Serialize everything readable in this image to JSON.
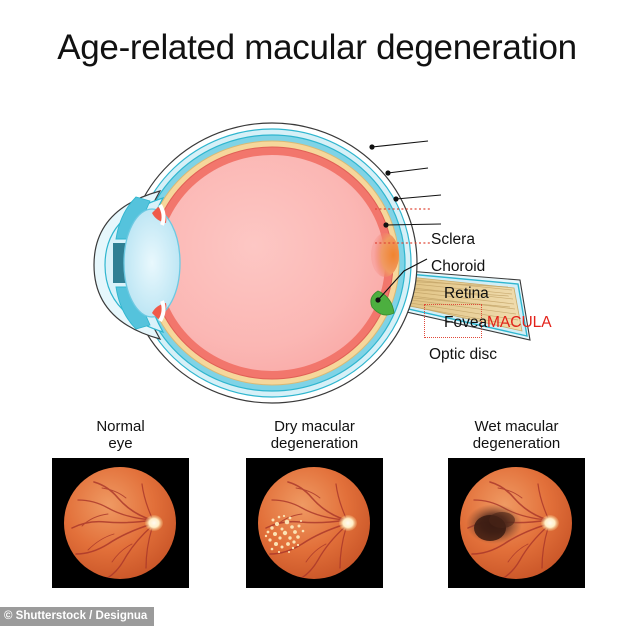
{
  "page": {
    "title": "Age-related macular degeneration",
    "background_color": "#ffffff"
  },
  "eye_diagram": {
    "name": "cross-section-of-human-eye",
    "labels": [
      {
        "id": "sclera",
        "text": "Sclera"
      },
      {
        "id": "choroid",
        "text": "Choroid"
      },
      {
        "id": "retina",
        "text": "Retina"
      },
      {
        "id": "fovea",
        "text": "Fovea"
      },
      {
        "id": "optic_disc",
        "text": "Optic disc"
      }
    ],
    "highlight": {
      "text": "MACULA",
      "color": "#e32119",
      "box_border_color": "#e04a3a",
      "box_style": "dotted"
    },
    "colors": {
      "sclera": "#2fb6cf",
      "sclera_pale": "#d6f0f7",
      "choroid": "#f6d79b",
      "retina": "#f2766c",
      "vitreous": "#fbb7b4",
      "lens": "#bfe8f5",
      "cornea": "#e6f7fc",
      "fovea": "#ef8a4a",
      "optic_disc": "#4caf3f",
      "optic_nerve": "#e9cf95",
      "outline": "#3a3a3a"
    }
  },
  "panels": [
    {
      "id": "normal",
      "caption_line1": "Normal",
      "caption_line2": "eye",
      "fundus": {
        "background": "#000000",
        "retina_color": "#e2703a",
        "vessel_color": "#a8352a",
        "optic_disc_color": "#ffeec6",
        "finding": "none"
      }
    },
    {
      "id": "dry",
      "caption_line1": "Dry macular",
      "caption_line2": "degeneration",
      "fundus": {
        "background": "#000000",
        "retina_color": "#e2703a",
        "vessel_color": "#a8352a",
        "optic_disc_color": "#ffeec6",
        "finding": "drusen",
        "finding_color": "#fbe3b4"
      }
    },
    {
      "id": "wet",
      "caption_line1": "Wet macular",
      "caption_line2": "degeneration",
      "fundus": {
        "background": "#000000",
        "retina_color": "#e2703a",
        "vessel_color": "#a8352a",
        "optic_disc_color": "#ffeec6",
        "finding": "hemorrhage",
        "finding_color": "#46241a"
      }
    }
  ],
  "watermark": {
    "text": "© Shutterstock / Designua",
    "background_color": "#9b9b9b",
    "text_color": "#ffffff"
  }
}
